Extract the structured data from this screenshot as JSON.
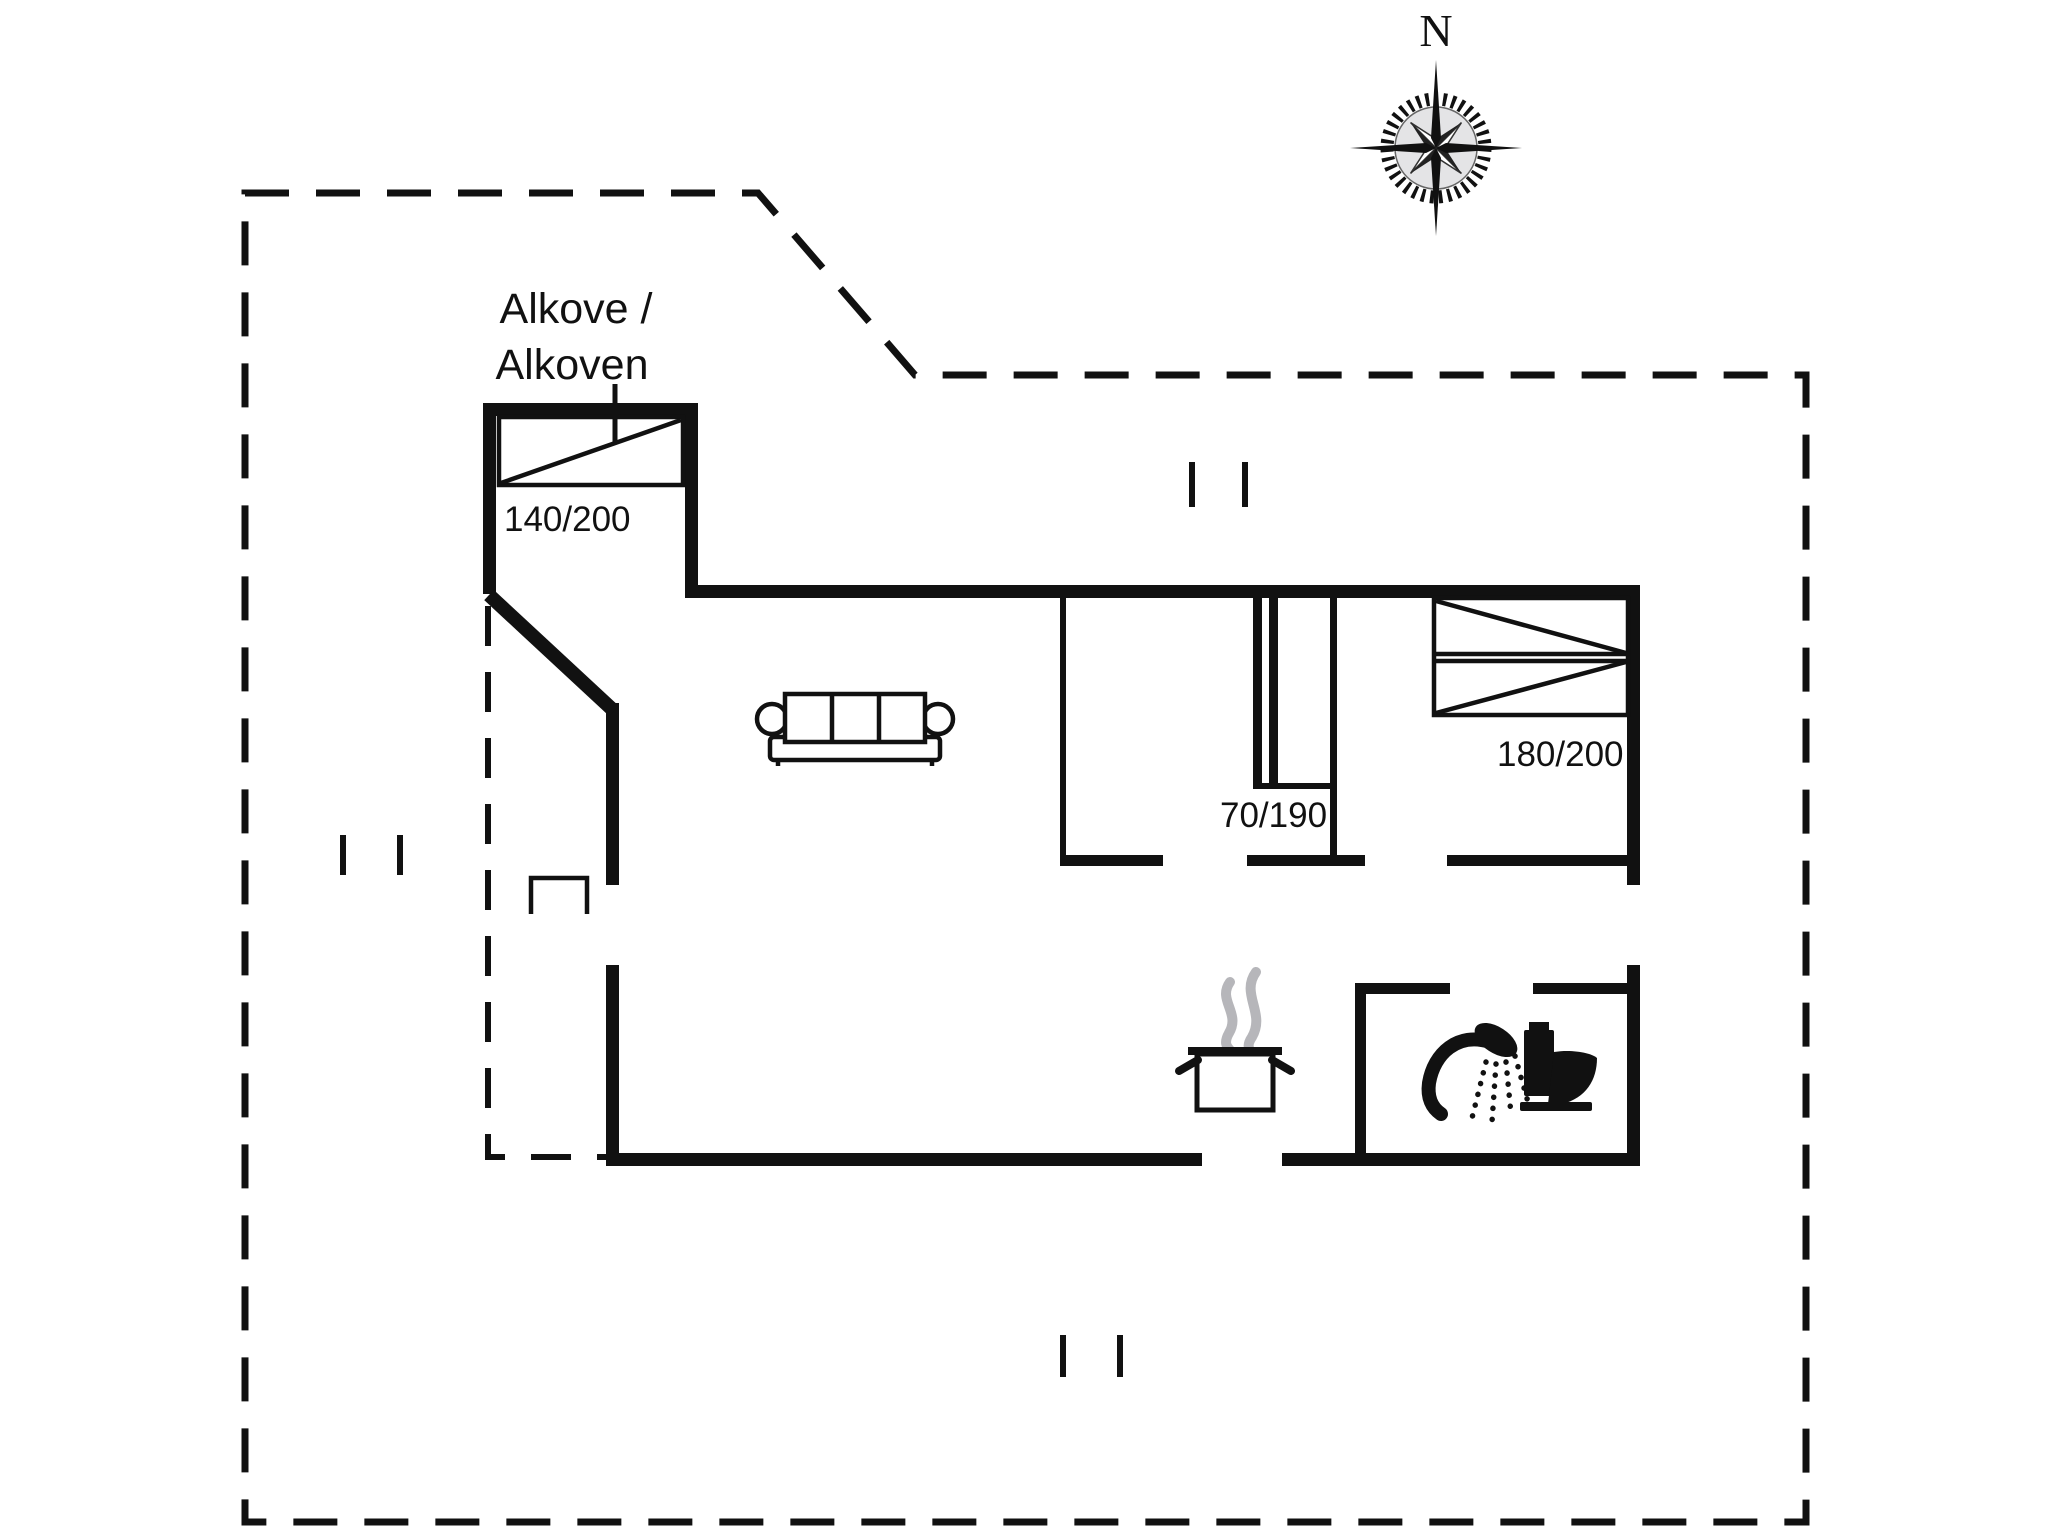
{
  "colors": {
    "ink": "#111111",
    "steam": "#b6b6ba",
    "page": "#ffffff"
  },
  "compass": {
    "label": "N"
  },
  "labels": {
    "alcove_title_line1": "Alkove /",
    "alcove_title_line2": "Alkoven",
    "alcove_bed_size": "140/200",
    "hall_door_size": "70/190",
    "double_bed_size": "180/200"
  }
}
